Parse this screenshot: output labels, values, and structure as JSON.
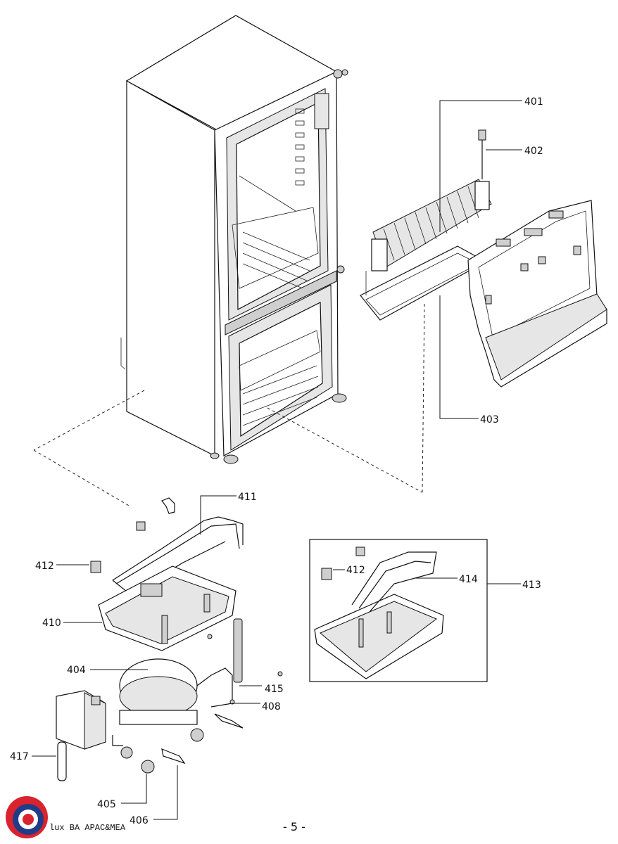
{
  "callouts": {
    "p401": "401",
    "p402": "402",
    "p403": "403",
    "p404": "404",
    "p405": "405",
    "p406": "406",
    "p408": "408",
    "p410": "410",
    "p411": "411",
    "p412a": "412",
    "p412b": "412",
    "p413": "413",
    "p414": "414",
    "p415": "415",
    "p417": "417"
  },
  "footer": {
    "brand_text": "lux BA APAC&MEA",
    "page_number": "- 5 -"
  },
  "colors": {
    "logo_red": "#d9232e",
    "logo_blue": "#1f3c88"
  }
}
